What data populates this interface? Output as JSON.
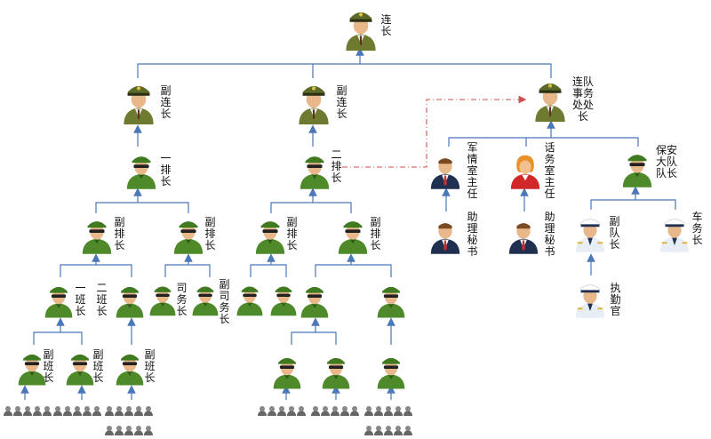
{
  "diagram": {
    "commander": "连长",
    "deputy_commander_left": "副连长",
    "deputy_commander_center": "副连长",
    "affairs_chief": "连队事务处处长",
    "platoon_leader_1": "一排长",
    "platoon_leader_2": "二排长",
    "intel_director": "军情室主任",
    "comms_director": "话务室主任",
    "security_captain": "保安大队队长",
    "deputy_platoon_1a": "副排长",
    "deputy_platoon_1b": "副排长",
    "deputy_platoon_2a": "副排长",
    "deputy_platoon_2b": "副排长",
    "assistant_secretary_1": "助理秘书",
    "assistant_secretary_2": "助理秘书",
    "deputy_captain": "副队长",
    "transport_chief": "车务长",
    "duty_officer": "执勤官",
    "squad_leader_1": "一班长",
    "squad_leader_2": "二班长",
    "quartermaster": "司务长",
    "deputy_quartermaster": "副司务长",
    "deputy_squad_1": "副班长",
    "deputy_squad_2": "副班长",
    "deputy_squad_3": "副班长"
  },
  "colors": {
    "line": "#4a78b8",
    "dashed_link": "#d05050",
    "army_green": "#4f8a2a",
    "officer_khaki": "#7a8a3a",
    "suit_navy": "#1f3050",
    "security_white": "#e8eef5"
  }
}
